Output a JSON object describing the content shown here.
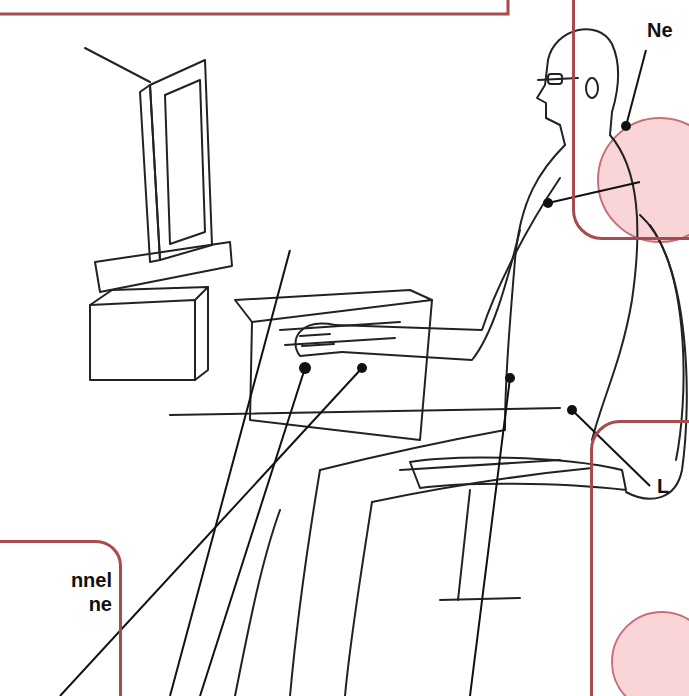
{
  "diagram": {
    "nodes": [
      {
        "text": [
          "Ne"
        ]
      },
      {
        "text": [
          "L"
        ]
      },
      {
        "text": [
          "nnel ne"
        ]
      }
    ]
  }
}
